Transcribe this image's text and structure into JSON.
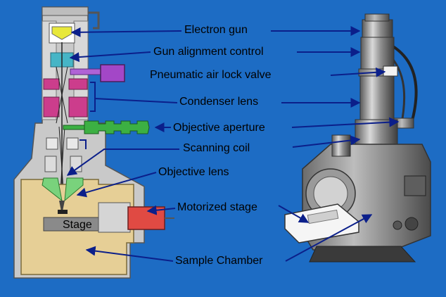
{
  "labels": {
    "electron_gun": "Electron gun",
    "gun_alignment": "Gun alignment control",
    "pneumatic_valve": "Pneumatic air lock valve",
    "condenser_lens": "Condenser lens",
    "objective_aperture": "Objective aperture",
    "scanning_coil": "Scanning coil",
    "objective_lens": "Objective lens",
    "motorized_stage": "Motorized stage",
    "sample_chamber": "Sample Chamber",
    "stage": "Stage"
  },
  "colors": {
    "background": "#1d6cc4",
    "arrow": "#0b1f8a",
    "chamber": "#e6cf96",
    "column_gray": "#c9c9c9",
    "gun_yellow": "#e8e83a",
    "magenta": "#cc3d8c",
    "valve_purple": "#a347c7",
    "aperture_green": "#3cb043",
    "motor_red": "#e04a43",
    "stage_gray": "#8a8a8a"
  }
}
